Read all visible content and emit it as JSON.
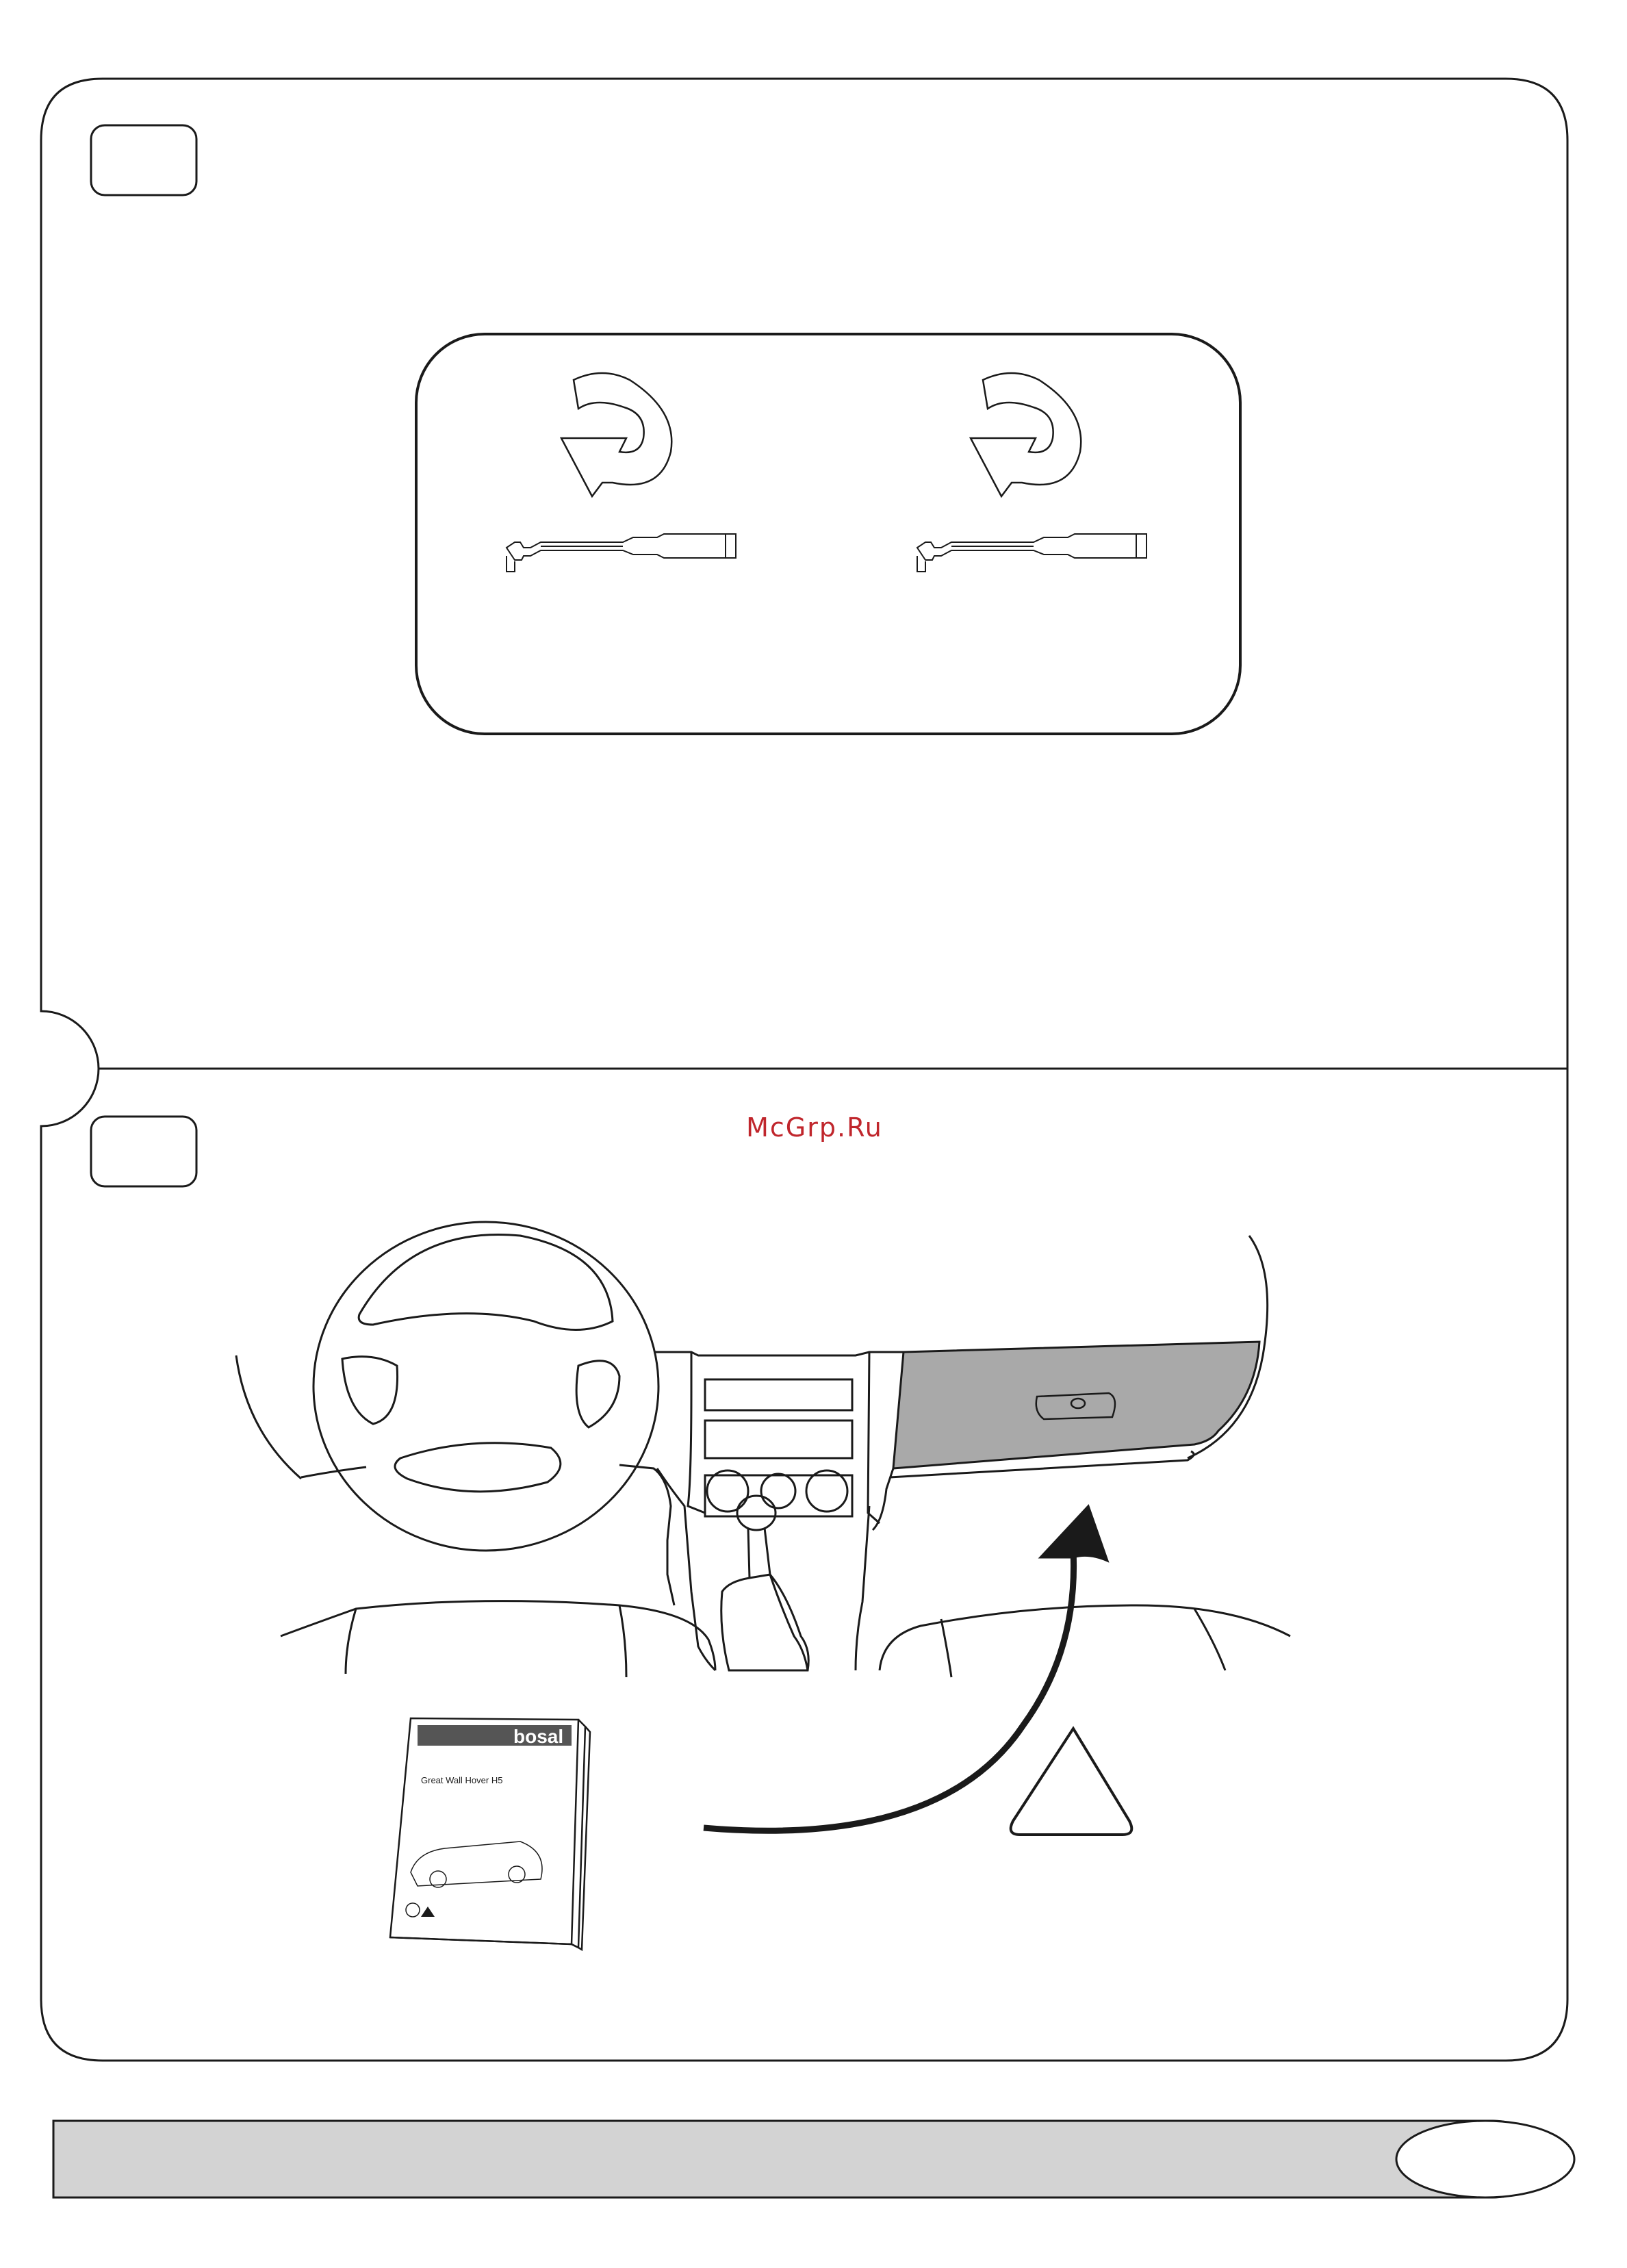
{
  "watermark": {
    "text": "McGrp.Ru",
    "color": "#c0262c"
  },
  "panels": [
    {
      "step_number": ""
    },
    {
      "step_number": ""
    }
  ],
  "booklet": {
    "brand": "bosal",
    "title": "Great Wall Hover H5"
  },
  "footer": {
    "page_number": ""
  },
  "colors": {
    "line": "#1a1a1a",
    "glovebox": "#a9a9a9",
    "footer_band": "#d3d3d3"
  },
  "icons": [
    "rotate-ccw-icon",
    "rotate-ccw-icon",
    "wire-sensor-icon",
    "wire-sensor-icon",
    "warning-triangle-icon",
    "curved-arrow-icon"
  ]
}
